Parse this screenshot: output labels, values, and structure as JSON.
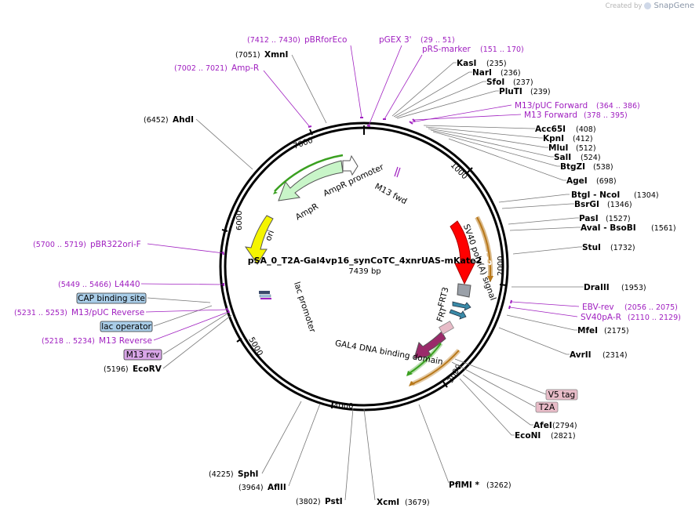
{
  "brand": {
    "prefix": "Created by",
    "name": "SnapGene"
  },
  "plasmid": {
    "name": "pSA_0_T2A-Gal4vp16_synCoTC_4xnrUAS-mKate2",
    "length": "7439 bp"
  },
  "tick_labels": [
    "1000",
    "2000",
    "3000",
    "4000",
    "5000",
    "6000",
    "7000"
  ],
  "enzymes_right": [
    {
      "name": "KasI",
      "pos": "(235)"
    },
    {
      "name": "NarI",
      "pos": "(236)"
    },
    {
      "name": "SfoI",
      "pos": "(237)"
    },
    {
      "name": "PluTI",
      "pos": "(239)"
    },
    {
      "name": "Acc65I",
      "pos": "(408)"
    },
    {
      "name": "KpnI",
      "pos": "(412)"
    },
    {
      "name": "MluI",
      "pos": "(512)"
    },
    {
      "name": "SalI",
      "pos": "(524)"
    },
    {
      "name": "BtgZI",
      "pos": "(538)"
    },
    {
      "name": "AgeI",
      "pos": "(698)"
    },
    {
      "name": "BtgI - NcoI",
      "pos": "(1304)"
    },
    {
      "name": "BsrGI",
      "pos": "(1346)"
    },
    {
      "name": "PasI",
      "pos": "(1527)"
    },
    {
      "name": "AvaI - BsoBI",
      "pos": "(1561)"
    },
    {
      "name": "StuI",
      "pos": "(1732)"
    },
    {
      "name": "DraIII",
      "pos": "(1953)"
    },
    {
      "name": "MfeI",
      "pos": "(2175)"
    },
    {
      "name": "AvrII",
      "pos": "(2314)"
    },
    {
      "name": "AfeI",
      "pos": "(2794)"
    },
    {
      "name": "EcoNI",
      "pos": "(2821)"
    }
  ],
  "enzymes_bottom": [
    {
      "name": "PflMI *",
      "pos": "(3262)"
    },
    {
      "name": "XcmI",
      "pos": "(3679)"
    },
    {
      "name": "PstI",
      "pos": "(3802)"
    },
    {
      "name": "AflII",
      "pos": "(3964)"
    },
    {
      "name": "SphI",
      "pos": "(4225)"
    }
  ],
  "enzymes_left": [
    {
      "name": "EcoRV",
      "pos": "(5196)"
    },
    {
      "name": "AhdI",
      "pos": "(6452)"
    },
    {
      "name": "XmnI",
      "pos": "(7051)"
    }
  ],
  "primers": [
    {
      "name": "pBRforEco",
      "pos": "(7412 .. 7430)"
    },
    {
      "name": "pGEX 3'",
      "pos": "(29 .. 51)"
    },
    {
      "name": "pRS-marker",
      "pos": "(151 .. 170)"
    },
    {
      "name": "Amp-R",
      "pos": "(7002 .. 7021)"
    },
    {
      "name": "M13/pUC Forward",
      "pos": "(364 .. 386)"
    },
    {
      "name": "M13 Forward",
      "pos": "(378 .. 395)"
    },
    {
      "name": "EBV-rev",
      "pos": "(2056 .. 2075)"
    },
    {
      "name": "SV40pA-R",
      "pos": "(2110 .. 2129)"
    },
    {
      "name": "pBR322ori-F",
      "pos": "(5700 .. 5719)"
    },
    {
      "name": "L4440",
      "pos": "(5449 .. 5466)"
    },
    {
      "name": "M13/pUC Reverse",
      "pos": "(5231 .. 5253)"
    },
    {
      "name": "M13 Reverse",
      "pos": "(5218 .. 5234)"
    }
  ],
  "boxed_features": [
    {
      "name": "CAP binding site",
      "color": "#a9cde8"
    },
    {
      "name": "lac operator",
      "color": "#a9cde8"
    },
    {
      "name": "M13 rev",
      "color": "#d9a6e8"
    },
    {
      "name": "V5 tag",
      "color": "#e8bcc8"
    },
    {
      "name": "T2A",
      "color": "#e8bcc8"
    }
  ],
  "inner_features": [
    {
      "name": "AmpR promoter"
    },
    {
      "name": "AmpR"
    },
    {
      "name": "ori"
    },
    {
      "name": "M13 fwd"
    },
    {
      "name": "SV40 poly(A) signal"
    },
    {
      "name": "mKate2"
    },
    {
      "name": "FRT3"
    },
    {
      "name": "FRT"
    },
    {
      "name": "GAL4 DNA binding domain"
    },
    {
      "name": "lac promoter"
    }
  ],
  "colors": {
    "primer": "#a020c0",
    "ampr": "#c8f5c8",
    "ori": "#f5f500",
    "mkate": "#ff0000",
    "gal4": "#9a2a6a",
    "frt3": "#3a8aa8",
    "orf_green": "#3aa020",
    "orf_orange": "#b8781a"
  }
}
